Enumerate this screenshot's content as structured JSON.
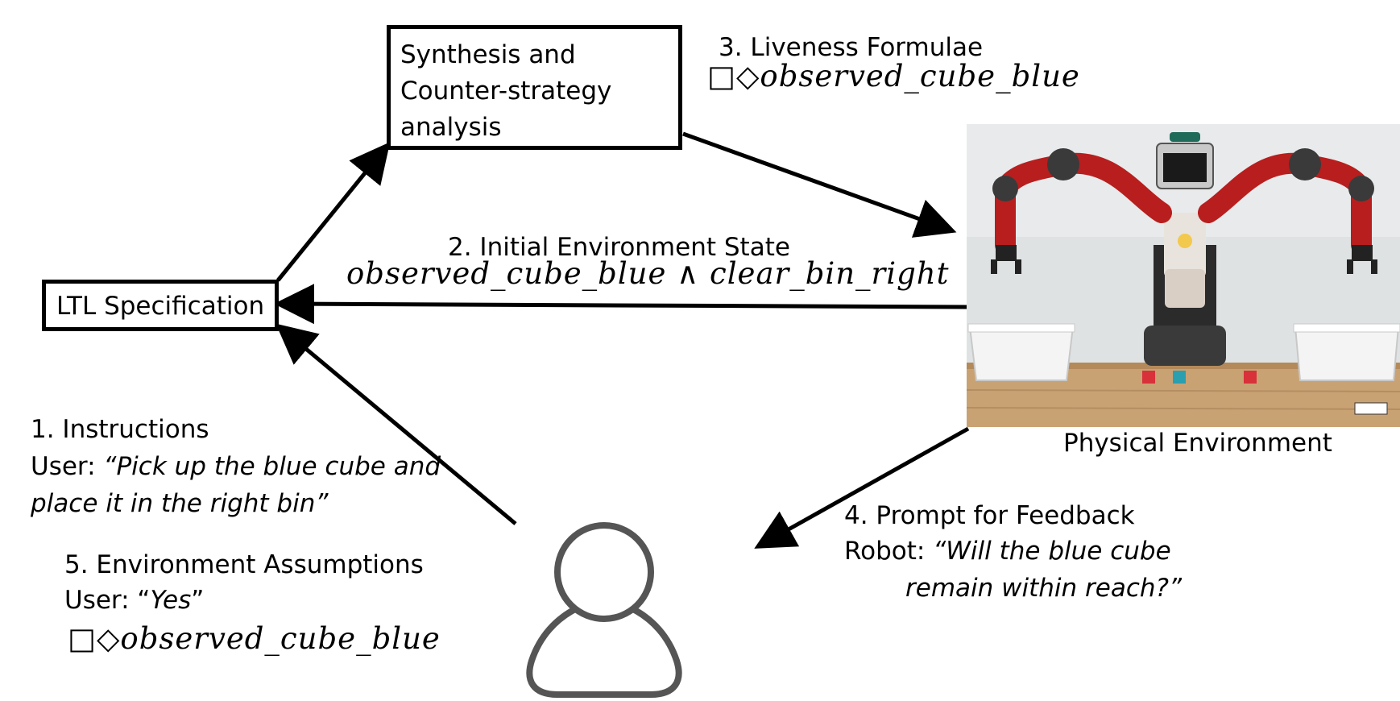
{
  "synthesis_box": {
    "line1": "Synthesis and",
    "line2": "Counter-strategy",
    "line3": "analysis"
  },
  "ltl_box": {
    "label": "LTL Specification"
  },
  "step3": {
    "title": "3. Liveness Formulae",
    "formula": "□◇observed_cube_blue"
  },
  "step2": {
    "title": "2. Initial Environment State",
    "formula": "observed_cube_blue ∧ clear_bin_right"
  },
  "step1": {
    "title": "1. Instructions",
    "user_prefix": "User: ",
    "quote_line1": "“Pick up the blue cube and",
    "quote_line2": "place it in the right bin”"
  },
  "step5": {
    "title": "5. Environment Assumptions",
    "user_prefix": "User: “",
    "answer": "Yes",
    "answer_close": "”",
    "formula": "□◇observed_cube_blue"
  },
  "step4": {
    "title": "4. Prompt for Feedback",
    "robot_prefix": "Robot: ",
    "quote_line1": "“Will the blue cube",
    "quote_line2": "remain within reach?”"
  },
  "physical_environment": {
    "caption": "Physical Environment"
  },
  "icons": {
    "user": "user-silhouette-icon",
    "robot": "robot-photo"
  },
  "colors": {
    "robot_red": "#b81e1e",
    "robot_dark": "#2b2b2b",
    "table_wood": "#c9a274",
    "wall": "#dfe2e3",
    "cube_red": "#d8313a",
    "cube_blue": "#2a9fb0"
  }
}
